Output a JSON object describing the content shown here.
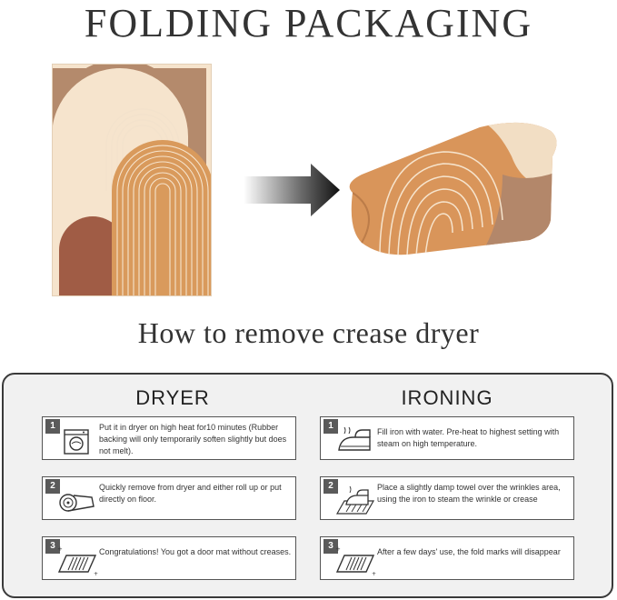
{
  "header": {
    "title": "FOLDING PACKAGING",
    "subtitle": "How to remove crease dryer"
  },
  "colors": {
    "cream": "#f5e3cc",
    "tan": "#b98d6f",
    "orange": "#d99a5c",
    "rust": "#9a5a42",
    "panel_bg": "#f1f1f1",
    "border": "#3a3a3a"
  },
  "dryer": {
    "heading": "DRYER",
    "steps": [
      {
        "number": "1",
        "icon": "washing-machine-icon",
        "text": "Put it in dryer on high heat for10 minutes (Rubber backing will only temporarily soften slightly but does not melt)."
      },
      {
        "number": "2",
        "icon": "rolled-mat-icon",
        "text": "Quickly remove from dryer and either roll up or put directly on floor."
      },
      {
        "number": "3",
        "icon": "flat-mat-icon",
        "text": "Congratulations! You got a door mat without creases."
      }
    ]
  },
  "ironing": {
    "heading": "IRONING",
    "steps": [
      {
        "number": "1",
        "icon": "steam-iron-icon",
        "text": "Fill iron with water. Pre-heat to highest setting with steam on high temperature."
      },
      {
        "number": "2",
        "icon": "iron-on-towel-icon",
        "text": "Place a slightly damp towel over the wrinkles area, using the iron to steam the wrinkle or crease"
      },
      {
        "number": "3",
        "icon": "flat-mat-icon",
        "text": "After a few days' use, the fold marks will disappear"
      }
    ]
  }
}
